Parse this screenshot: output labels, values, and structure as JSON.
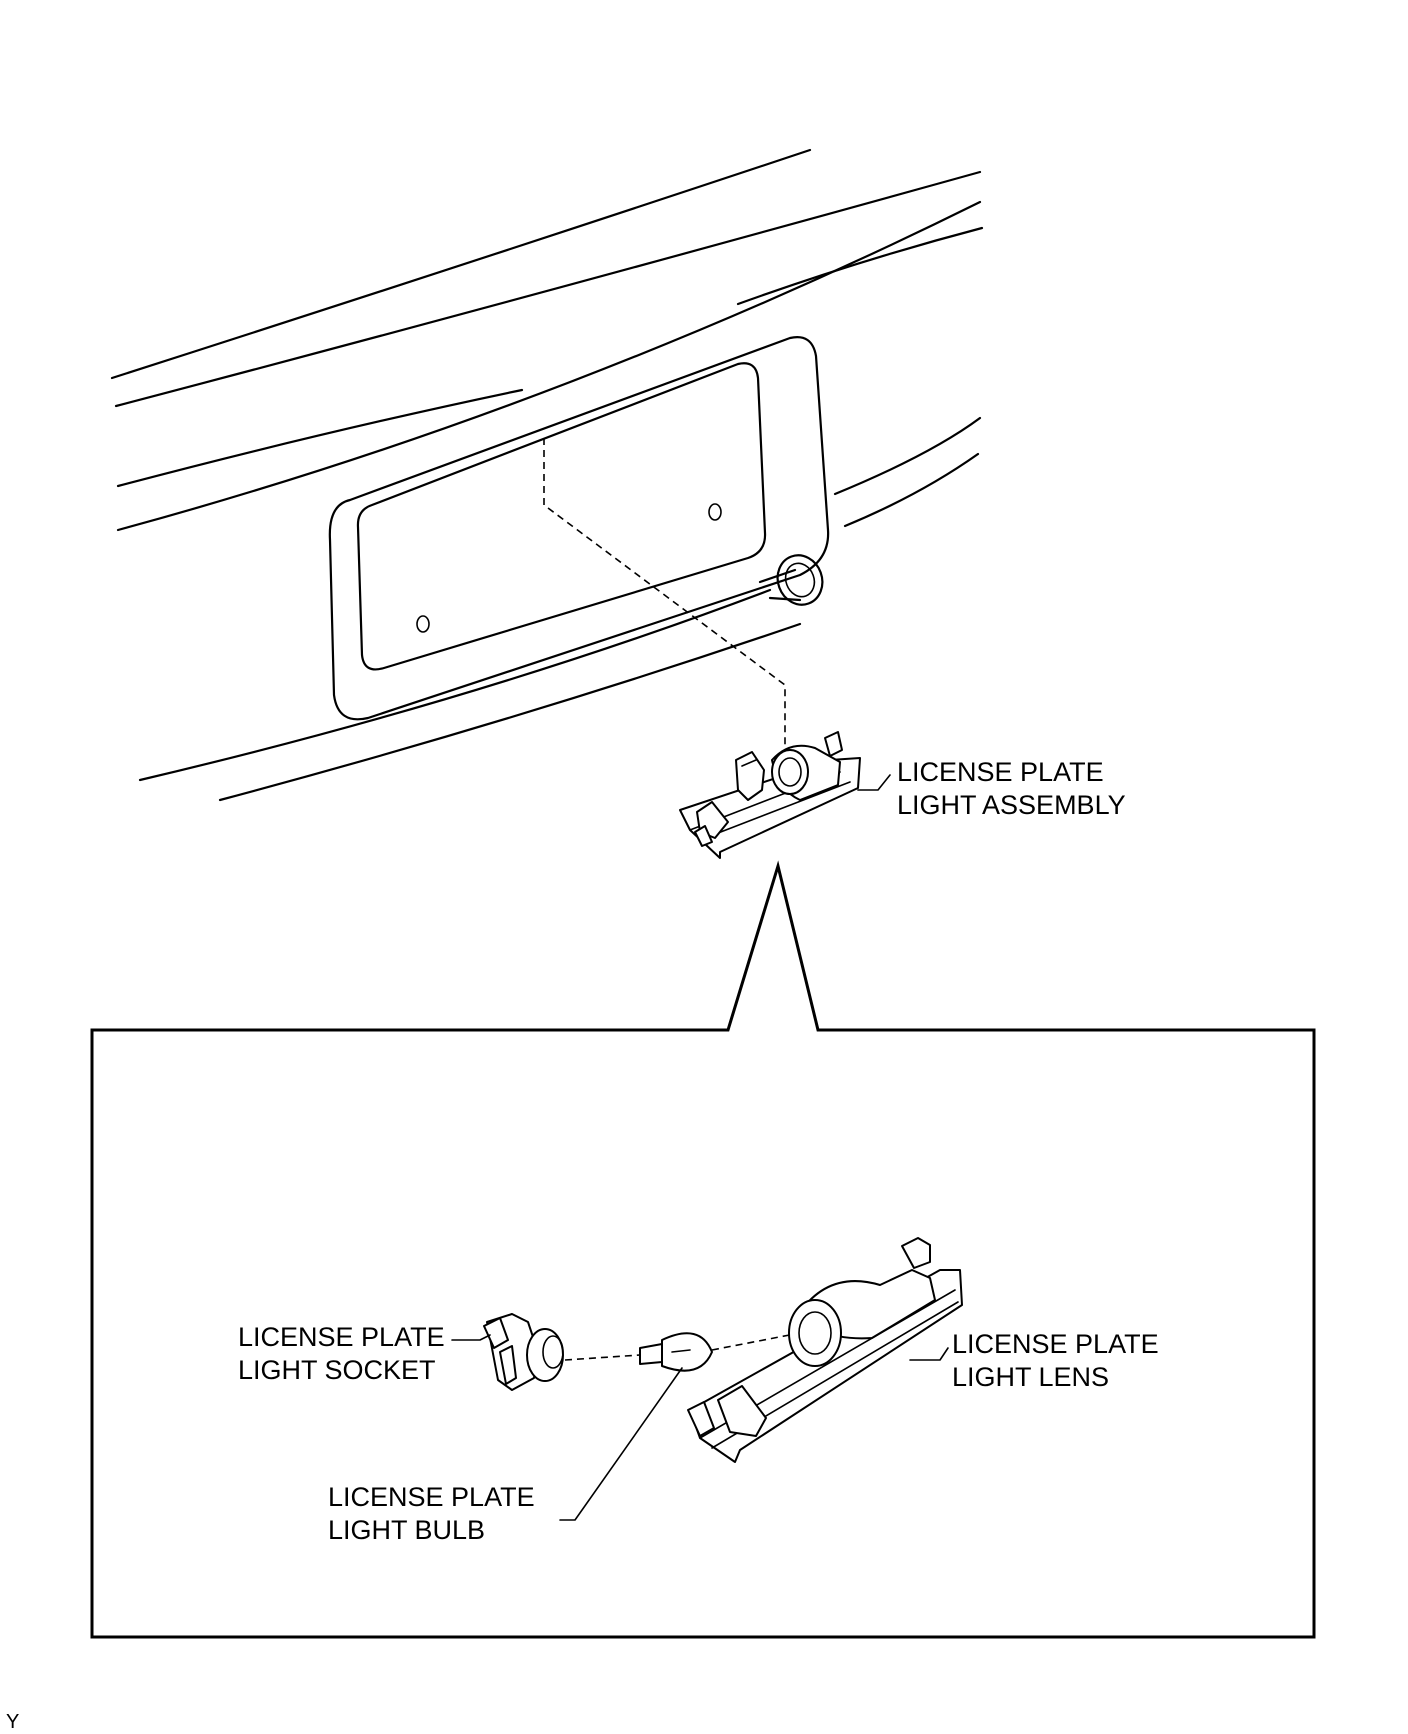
{
  "labels": {
    "assembly": [
      "LICENSE PLATE",
      "LIGHT ASSEMBLY"
    ],
    "socket": [
      "LICENSE PLATE",
      "LIGHT SOCKET"
    ],
    "bulb": [
      "LICENSE PLATE",
      "LIGHT BULB"
    ],
    "lens": [
      "LICENSE PLATE",
      "LIGHT LENS"
    ]
  },
  "figure_code": "Y"
}
